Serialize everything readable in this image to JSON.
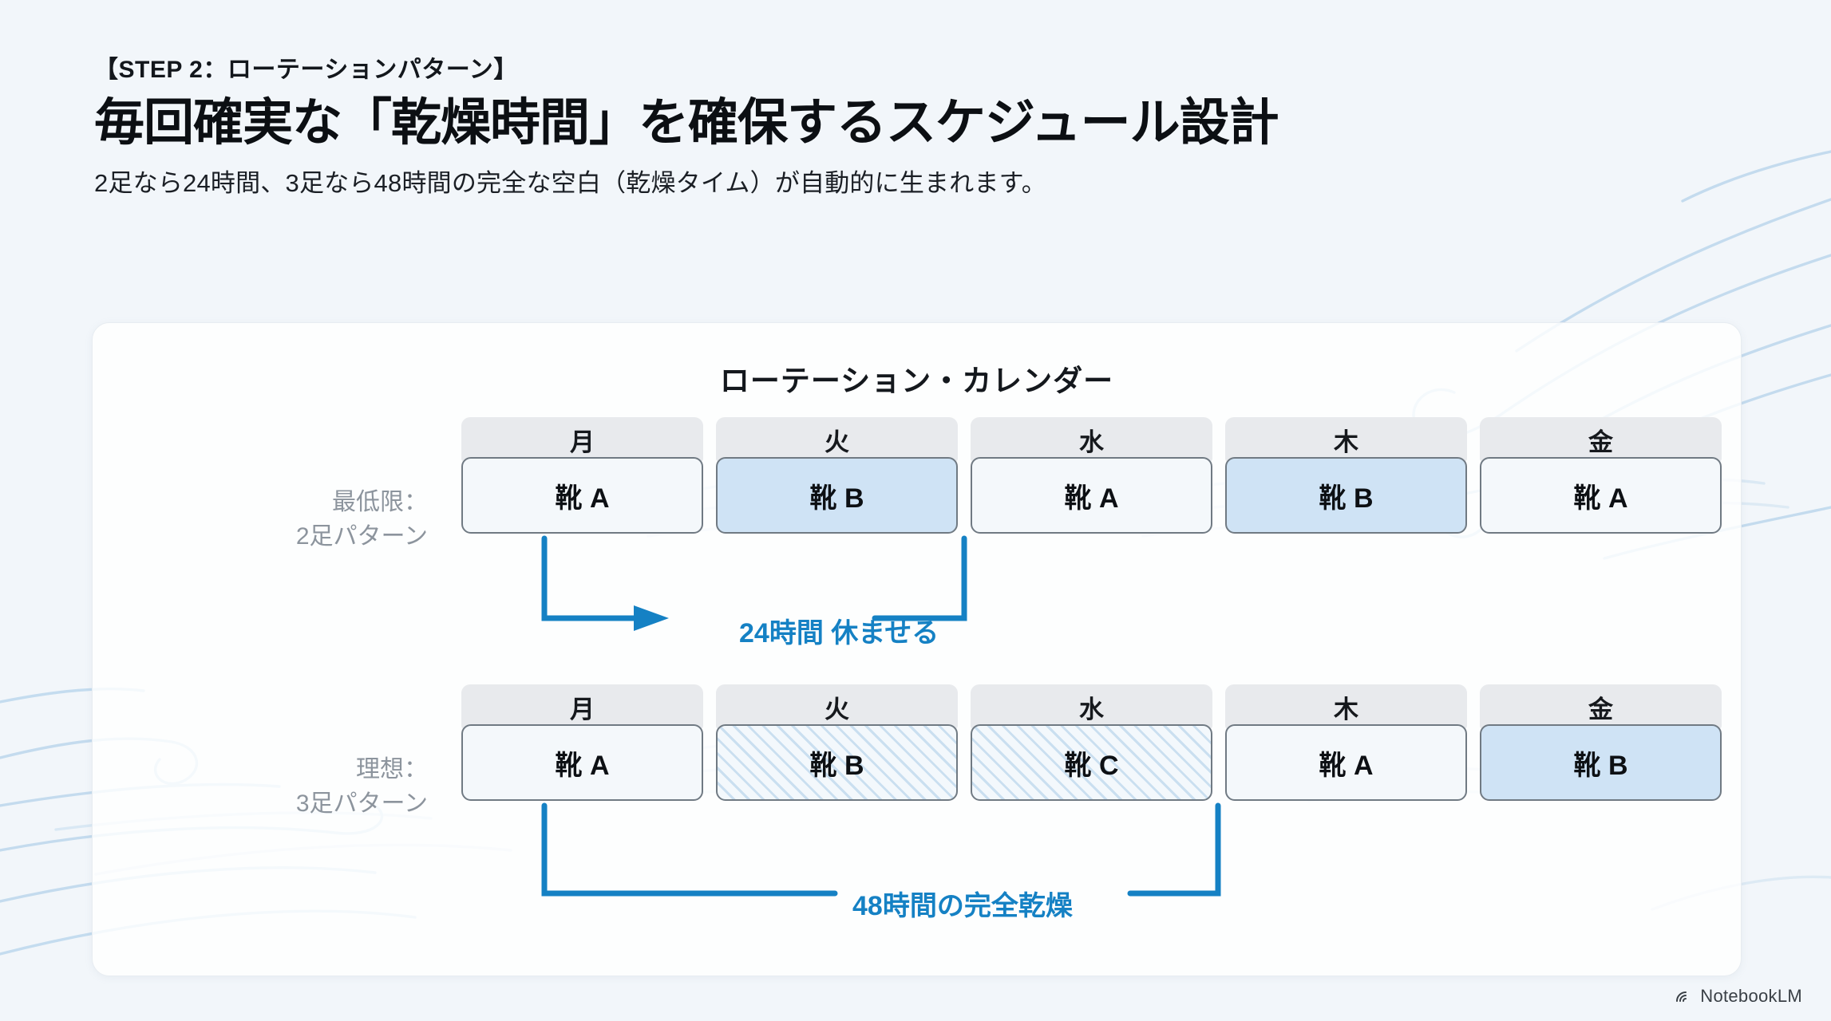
{
  "header": {
    "step_label": "【STEP 2：ローテーションパターン】",
    "title": "毎回確実な「乾燥時間」を確保するスケジュール設計",
    "subtitle": "2足なら24時間、3足なら48時間の完全な空白（乾燥タイム）が自動的に生まれます。"
  },
  "card": {
    "title": "ローテーション・カレンダー"
  },
  "chart_data": {
    "type": "table",
    "title": "ローテーション・カレンダー",
    "categories": [
      "月",
      "火",
      "水",
      "木",
      "金"
    ],
    "series": [
      {
        "name_line1": "最低限：",
        "name_line2": "2足パターン",
        "values": [
          "靴 A",
          "靴 B",
          "靴 A",
          "靴 B",
          "靴 A"
        ],
        "styles": [
          "plain",
          "filled",
          "plain",
          "filled",
          "plain"
        ],
        "annotation": {
          "text": "24時間 休ませる",
          "from_day": "月",
          "to_day": "水",
          "arrow": true
        }
      },
      {
        "name_line1": "理想：",
        "name_line2": "3足パターン",
        "values": [
          "靴 A",
          "靴 B",
          "靴 C",
          "靴 A",
          "靴 B"
        ],
        "styles": [
          "plain",
          "hatch",
          "hatch",
          "plain",
          "filled"
        ],
        "annotation": {
          "text": "48時間の完全乾燥",
          "from_day": "月",
          "to_day": "木",
          "arrow": false
        }
      }
    ],
    "legend": [],
    "colors": {
      "accent": "#1581c4",
      "cell_filled": "#cfe3f5",
      "cell_plain": "#f4f8fb",
      "day_header": "#e8eaed",
      "cell_border": "#707a83",
      "label_text": "#8c949d",
      "background": "#f2f6fa",
      "wave": "#bcd7ec"
    }
  },
  "watermark": {
    "label": "NotebookLM",
    "icon": "notebooklm-spiral-icon"
  }
}
